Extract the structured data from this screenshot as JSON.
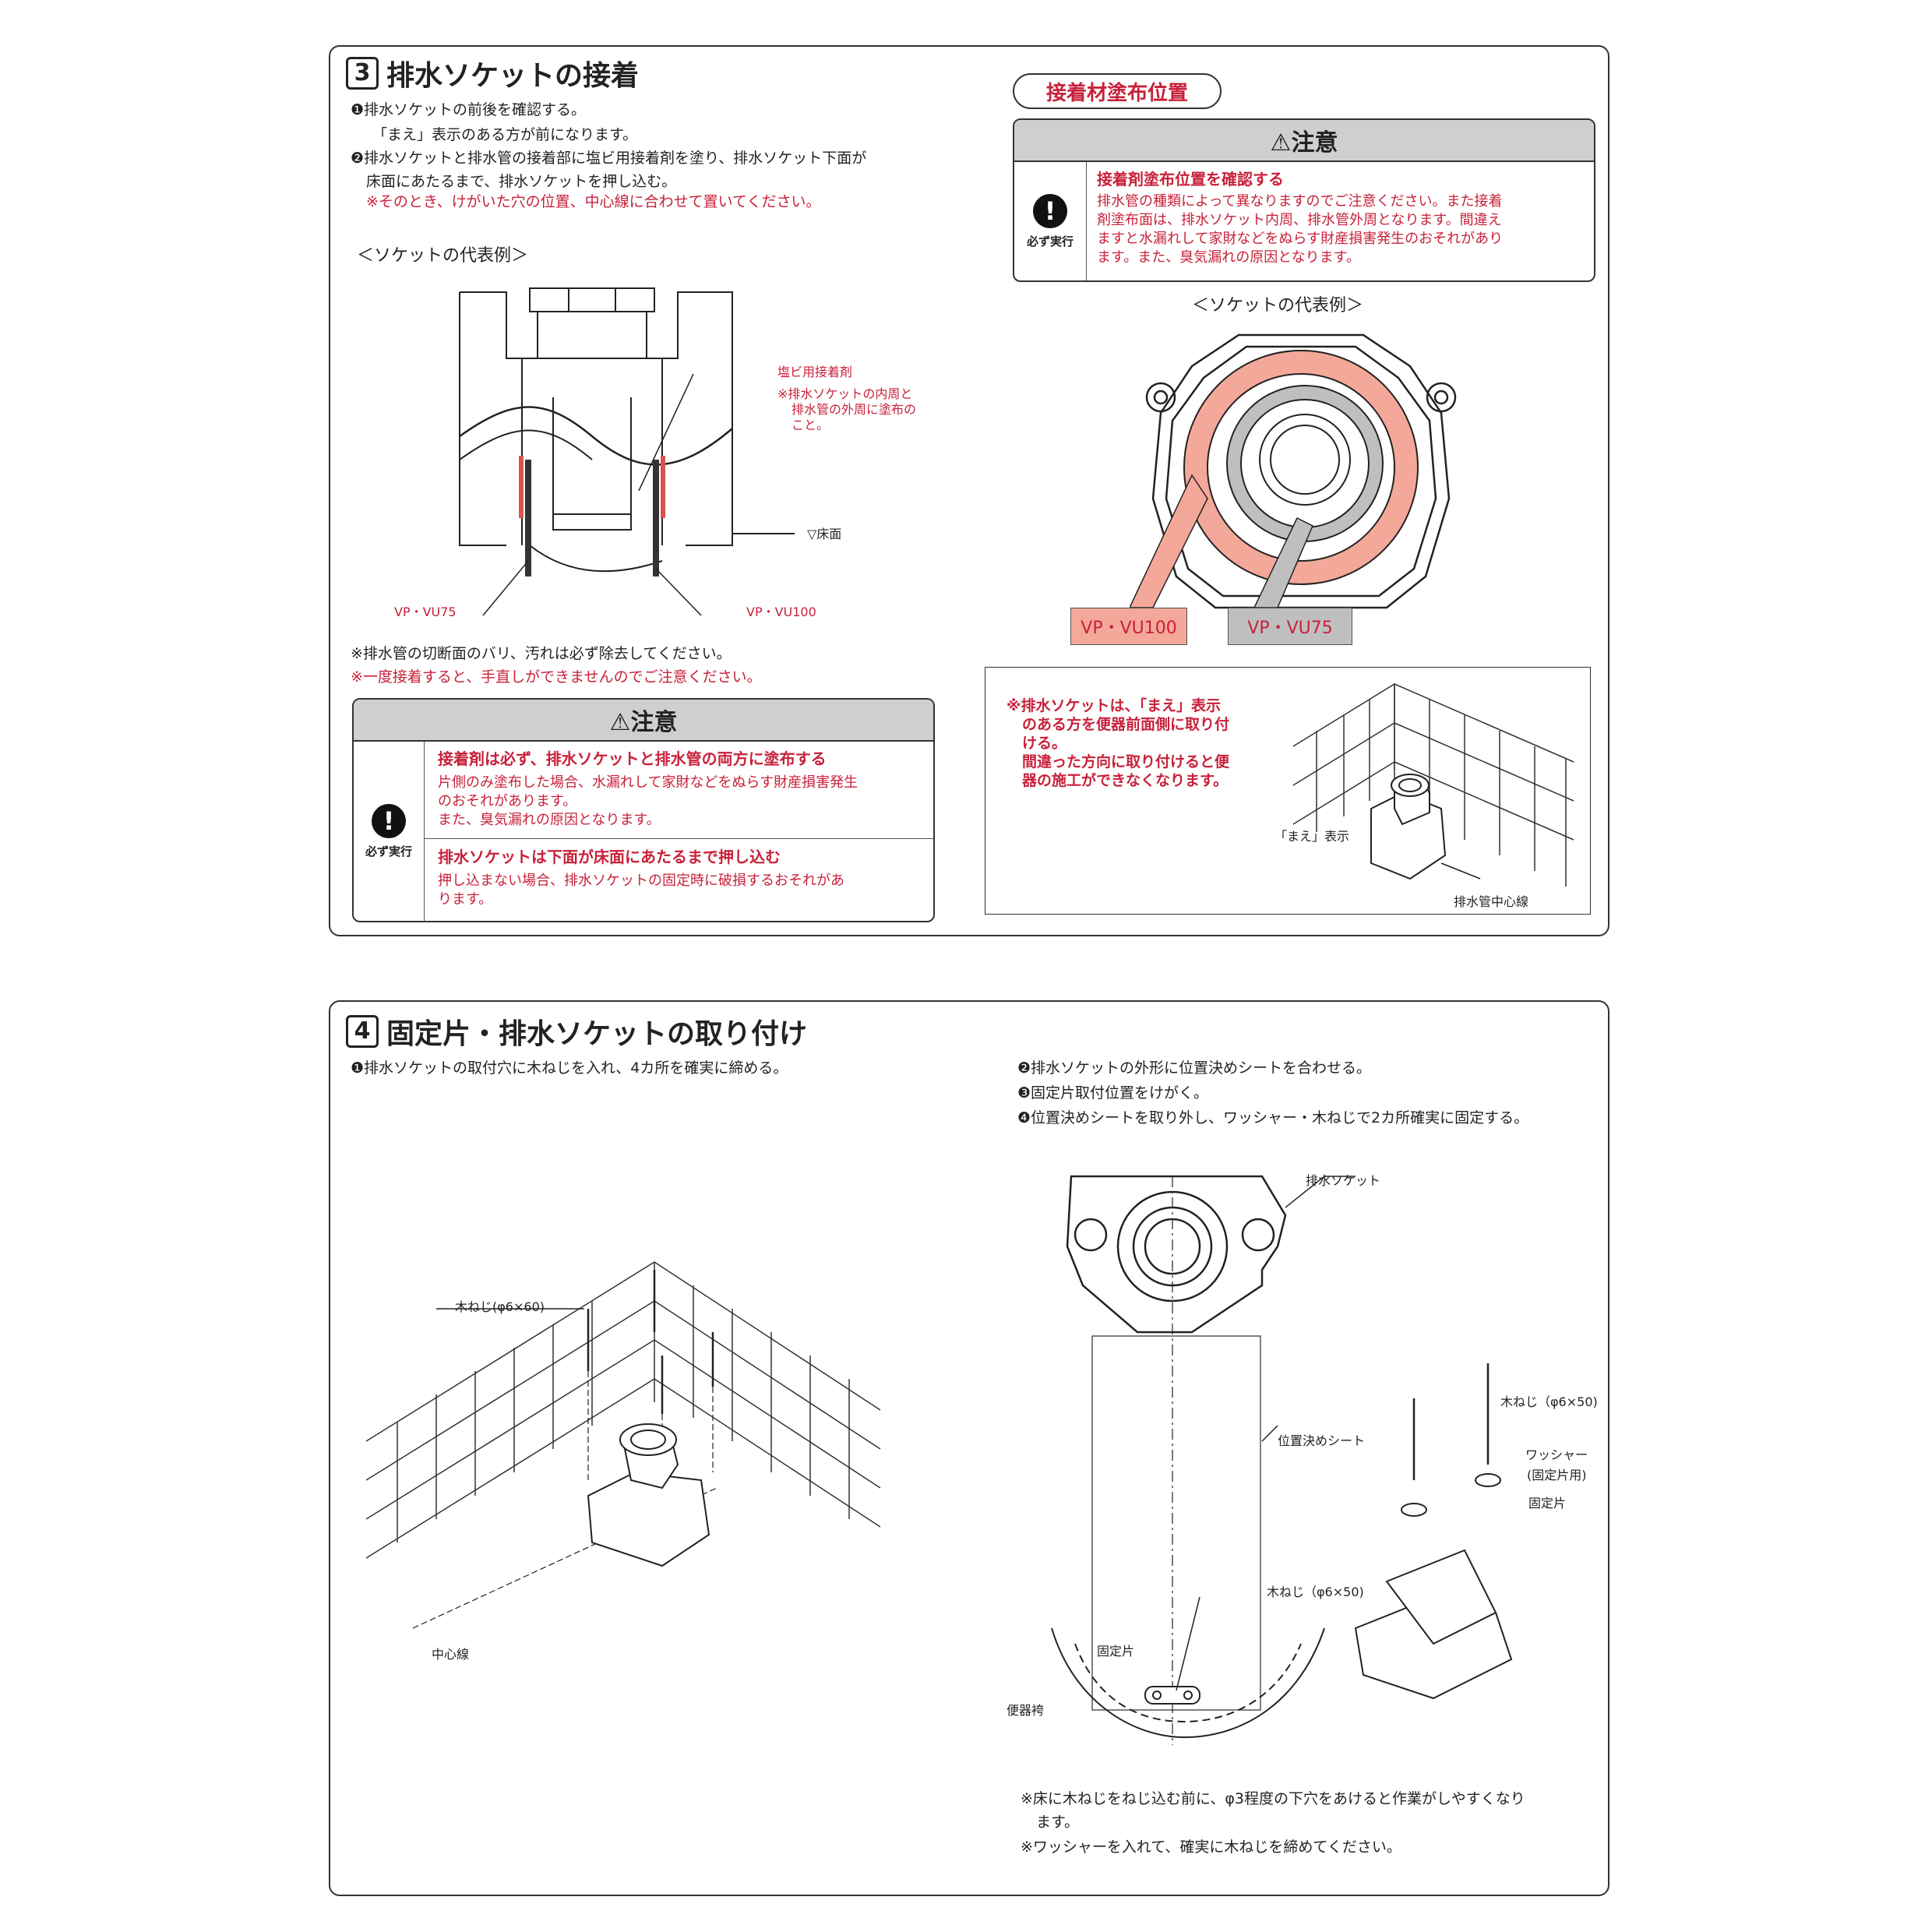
{
  "section3": {
    "number": "3",
    "title": "排水ソケットの接着",
    "step1a": "❶排水ソケットの前後を確認する。",
    "step1b": "「まえ」表示のある方が前になります。",
    "step2a": "❷排水ソケットと排水管の接着部に塩ビ用接着剤を塗り、排水ソケット下面が",
    "step2b": "床面にあたるまで、排水ソケットを押し込む。",
    "step2note": "※そのとき、けがいた穴の位置、中心線に合わせて置いてください。",
    "example_heading": "＜ソケットの代表例＞",
    "diagram": {
      "adhesive_label": "塩ビ用接着剤",
      "adhesive_note1": "※排水ソケットの内周と",
      "adhesive_note2": "排水管の外周に塗布の",
      "adhesive_note3": "こと。",
      "floor_label": "▽床面",
      "vp75": "VP・VU75",
      "vp100": "VP・VU100"
    },
    "note1": "※排水管の切断面のバリ、汚れは必ず除去してください。",
    "note2": "※一度接着すると、手直しができませんのでご注意ください。",
    "caution": {
      "title": "⚠注意",
      "must_label": "必ず実行",
      "item1_title": "接着剤は必ず、排水ソケットと排水管の両方に塗布する",
      "item1_text1": "片側のみ塗布した場合、水漏れして家財などをぬらす財産損害発生",
      "item1_text2": "のおそれがあります。",
      "item1_text3": "また、臭気漏れの原因となります。",
      "item2_title": "排水ソケットは下面が床面にあたるまで押し込む",
      "item2_text1": "押し込まない場合、排水ソケットの固定時に破損するおそれがあ",
      "item2_text2": "ります。"
    },
    "right": {
      "pill": "接着材塗布位置",
      "caution_title": "⚠注意",
      "must_label": "必ず実行",
      "caution_item_title": "接着剤塗布位置を確認する",
      "caution_text1": "排水管の種類によって異なりますのでご注意ください。また接着",
      "caution_text2": "剤塗布面は、排水ソケット内周、排水管外周となります。間違え",
      "caution_text3": "ますと水漏れして家財などをぬらす財産損害発生のおそれがあり",
      "caution_text4": "ます。また、臭気漏れの原因となります。",
      "example_heading": "＜ソケットの代表例＞",
      "vp100": "VP・VU100",
      "vp75": "VP・VU75",
      "box_note1": "※排水ソケットは、「まえ」表示",
      "box_note2": "のある方を便器前面側に取り付",
      "box_note3": "ける。",
      "box_note4": "間違った方向に取り付けると便",
      "box_note5": "器の施工ができなくなります。",
      "mae_label": "「まえ」表示",
      "center_label": "排水管中心線"
    }
  },
  "section4": {
    "number": "4",
    "title": "固定片・排水ソケットの取り付け",
    "step1": "❶排水ソケットの取付穴に木ねじを入れ、4カ所を確実に締める。",
    "step2": "❷排水ソケットの外形に位置決めシートを合わせる。",
    "step3": "❸固定片取付位置をけがく。",
    "step4": "❹位置決めシートを取り外し、ワッシャー・木ねじで2カ所確実に固定する。",
    "screw60": "木ねじ(φ6×60)",
    "center_line": "中心線",
    "socket_label": "排水ソケット",
    "sheet_label": "位置決めシート",
    "screw50a": "木ねじ（φ6×50)",
    "screw50b": "木ねじ（φ6×50)",
    "washer": "ワッシャー",
    "washer_sub": "(固定片用)",
    "fixing_piece_a": "固定片",
    "fixing_piece_b": "固定片",
    "toilet_base": "便器袴",
    "note1a": "※床に木ねじをねじ込む前に、φ3程度の下穴をあけると作業がしやすくなり",
    "note1b": "ます。",
    "note2": "※ワッシャーを入れて、確実に木ねじを締めてください。"
  }
}
